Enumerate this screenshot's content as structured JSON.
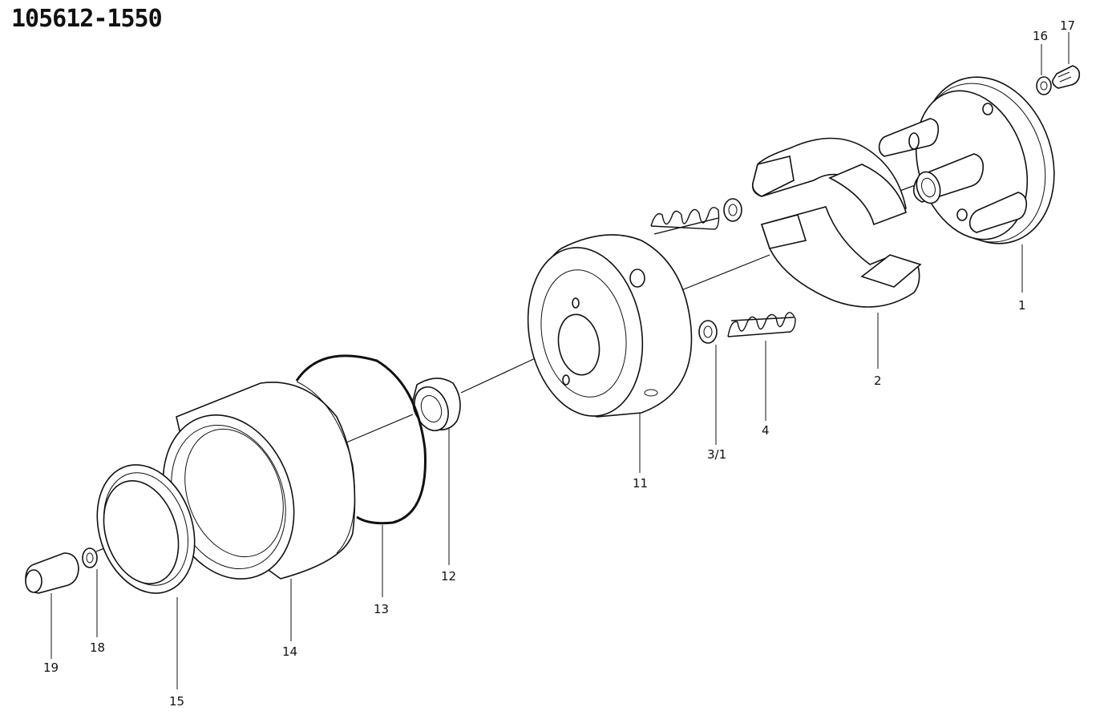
{
  "diagram": {
    "title": "105612-1550",
    "labels": [
      "1",
      "2",
      "3/1",
      "4",
      "11",
      "12",
      "13",
      "14",
      "15",
      "16",
      "17",
      "18",
      "19"
    ]
  }
}
